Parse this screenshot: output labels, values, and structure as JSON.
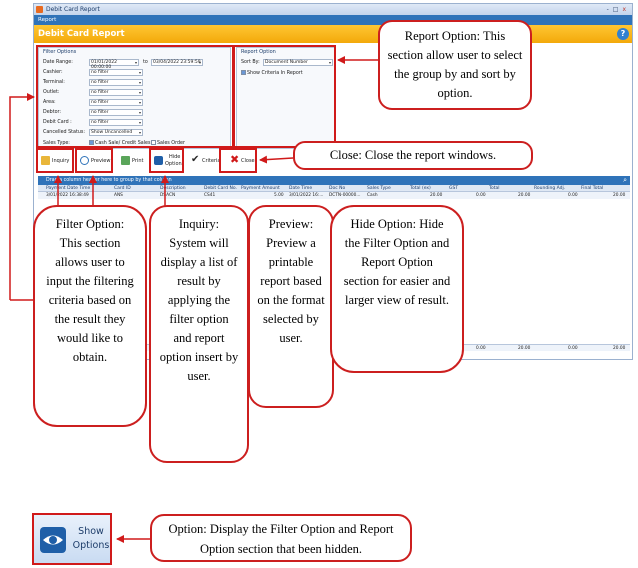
{
  "window": {
    "title": "Debit Card Report",
    "controls": [
      "-",
      "□",
      "x"
    ]
  },
  "menu": {
    "item": "Report"
  },
  "banner": {
    "title": "Debit Card Report",
    "help": "?"
  },
  "filter_options": {
    "title": "Filter Options",
    "date_range": {
      "label": "Date Range:",
      "from": "01/01/2022 00:00:00",
      "to_label": "to",
      "to": "03/04/2022 23:59:59"
    },
    "fields": [
      {
        "label": "Cashier:",
        "value": "no filter"
      },
      {
        "label": "Terminal:",
        "value": "no filter"
      },
      {
        "label": "Outlet:",
        "value": "no filter"
      },
      {
        "label": "Area:",
        "value": "no filter"
      },
      {
        "label": "Debtor:",
        "value": "no filter"
      },
      {
        "label": "Debit Card :",
        "value": "no filter"
      },
      {
        "label": "Cancelled Status:",
        "value": "Show Uncancelled"
      }
    ],
    "sales_type": {
      "label": "Sales Type:",
      "option1": "Cash Sale/ Credit Sales",
      "option2": "Sales Order"
    }
  },
  "report_option": {
    "title": "Report Option",
    "sort_label": "Sort By:",
    "sort_value": "Document Number",
    "show_criteria": "Show Criteria In Report"
  },
  "toolbar": {
    "inquiry": "Inquiry",
    "preview": "Preview",
    "print": "Print",
    "hide_line1": "Hide",
    "hide_line2": "Options",
    "criteria": "Criteria",
    "close": "Close"
  },
  "grid": {
    "group_hint": "Drag a column header here to group by that column",
    "columns": [
      "Payment Date Time",
      "Card ID",
      "Description",
      "Debit Card No.",
      "Payment Amount",
      "Date Time",
      "Doc No",
      "Sales Type",
      "Total (ex)",
      "GST",
      "Total",
      "Rounding Adj.",
      "Final Total"
    ],
    "row": [
      "3/01/2022 16:38:49",
      "ANS",
      "DSACN",
      "CS41",
      "5.00",
      "3/01/2022 16:...",
      "DCTN-00000...",
      "Cash",
      "20.00",
      "0.00",
      "20.00",
      "0.00",
      "20.00"
    ],
    "footer": [
      "0.00",
      "20.00",
      "0.00",
      "20.00"
    ]
  },
  "callouts": {
    "report_option": "Report Option: This section allow user to select the group by and sort by option.",
    "close": "Close: Close the report windows.",
    "filter": "Filter Option: This section allows user to input the filtering criteria based on the result they would like to obtain.",
    "inquiry": "Inquiry: System will display a list of result by applying the filter option and report option insert by user.",
    "preview": "Preview: Preview a printable report based on the format selected by user.",
    "hide": "Hide Option: Hide the Filter Option and Report Option section for easier and larger view of result.",
    "show": "Option: Display the Filter Option and Report Option section that been hidden."
  },
  "show_options_button": {
    "line1": "Show",
    "line2": "Options"
  },
  "colors": {
    "annotation": "#d01a1a",
    "banner": "#f3a90a",
    "menubar": "#2f73b9"
  }
}
